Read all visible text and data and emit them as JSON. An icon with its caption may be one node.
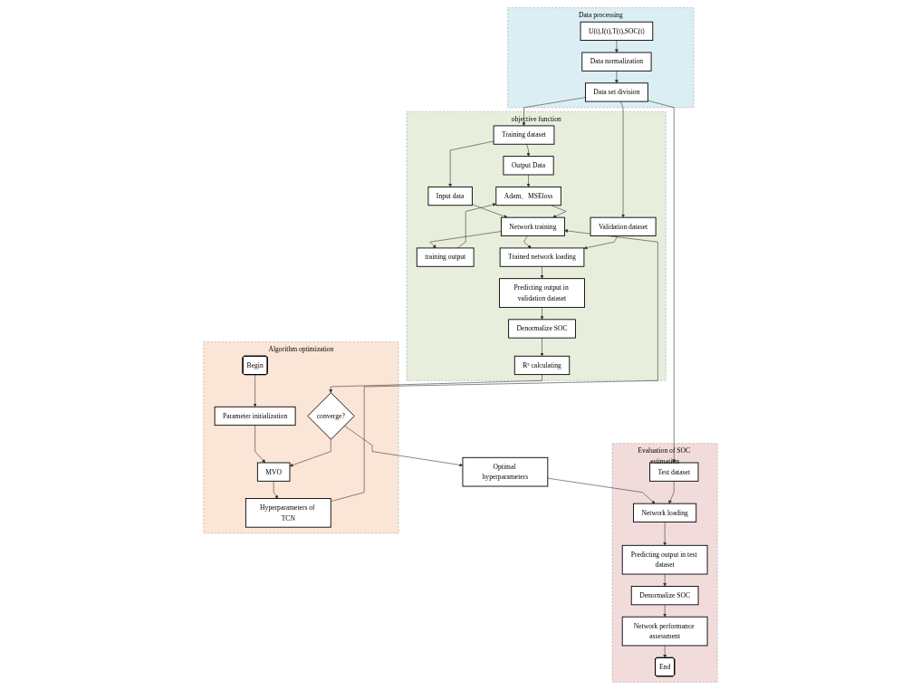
{
  "diagram": {
    "nodes": [
      {
        "text": [
          "Algorithm optimization"
        ]
      },
      {
        "text": [
          "Begin"
        ],
        "in": 0
      },
      {
        "text": [
          "Parameter initialization"
        ],
        "in": 0
      },
      {
        "text": [
          "MVO"
        ],
        "in": 0
      },
      {
        "text": [
          "Hyperparameters of TCN"
        ],
        "in": 0
      },
      {
        "text": [
          "converge?"
        ],
        "in": 0
      },
      {
        "text": [
          "Data processing"
        ]
      },
      {
        "text": [
          "U(t),I(t),T(t),SOC(t)"
        ],
        "in": 6
      },
      {
        "text": [
          "Data normalization"
        ],
        "in": 6
      },
      {
        "text": [
          "Data set division"
        ],
        "in": 6
      },
      {
        "text": [
          "objective function"
        ]
      },
      {
        "text": [
          "Training dataset"
        ],
        "in": 10
      },
      {
        "text": [
          "Output Data"
        ],
        "in": 10
      },
      {
        "text": [
          "Validation dataset"
        ],
        "in": 10
      },
      {
        "text": [
          "Input data"
        ],
        "in": 10
      },
      {
        "text": [
          "Adam、MSEloss"
        ],
        "in": 10
      },
      {
        "text": [
          "Network training"
        ],
        "in": 10
      },
      {
        "text": [
          "training output"
        ],
        "in": 10
      },
      {
        "text": [
          "Trained network loading"
        ],
        "in": 10
      },
      {
        "text": [
          "Predicting output in validation dataset"
        ],
        "in": 10
      },
      {
        "text": [
          "R² calculating"
        ],
        "in": 10
      },
      {
        "text": [
          "Denormalize SOC"
        ],
        "in": 10
      },
      {
        "text": [
          "Evaluation of SOC estimation"
        ]
      },
      {
        "text": [
          "Test dataset"
        ],
        "in": 22
      },
      {
        "text": [
          "Network loading"
        ],
        "in": 22
      },
      {
        "text": [
          "Predicting output in test dataset"
        ],
        "in": 22
      },
      {
        "text": [
          "Denormalize SOC"
        ],
        "in": 22
      },
      {
        "text": [
          "Network performance assessment"
        ],
        "in": 22
      },
      {
        "text": [
          "End"
        ],
        "in": 22
      },
      {
        "text": [
          "Optimal hyperparameters"
        ]
      }
    ],
    "edges": [
      {
        "from": 1,
        "to": 2,
        "arrow": "to"
      },
      {
        "from": 2,
        "to": 3,
        "arrow": "to"
      },
      {
        "from": 3,
        "to": 4,
        "arrow": "to"
      },
      {
        "from": 4,
        "to": 16,
        "arrow": "to"
      },
      {
        "from": 5,
        "to": 3,
        "arrow": "to"
      },
      {
        "from": 5,
        "to": 29,
        "arrow": "to"
      },
      {
        "from": 29,
        "to": 24,
        "arrow": "to"
      },
      {
        "from": 7,
        "to": 8,
        "arrow": "to"
      },
      {
        "from": 8,
        "to": 9,
        "arrow": "to"
      },
      {
        "from": 9,
        "to": 11,
        "arrow": "to"
      },
      {
        "from": 9,
        "to": 13,
        "arrow": "to"
      },
      {
        "from": 9,
        "to": 23,
        "arrow": "to"
      },
      {
        "from": 11,
        "to": 12,
        "arrow": "to"
      },
      {
        "from": 11,
        "to": 14,
        "arrow": "to"
      },
      {
        "from": 12,
        "to": 15,
        "arrow": "to"
      },
      {
        "from": 14,
        "to": 16,
        "arrow": "to"
      },
      {
        "from": 15,
        "to": 16,
        "arrow": "to"
      },
      {
        "from": 16,
        "to": 17,
        "arrow": "to"
      },
      {
        "from": 17,
        "to": 15,
        "arrow": "to"
      },
      {
        "from": 16,
        "to": 18,
        "arrow": "to"
      },
      {
        "from": 13,
        "to": 18,
        "arrow": "to"
      },
      {
        "from": 18,
        "to": 19,
        "arrow": "to"
      },
      {
        "from": 19,
        "to": 21,
        "arrow": "to"
      },
      {
        "from": 21,
        "to": 20,
        "arrow": "to"
      },
      {
        "from": 20,
        "to": 5,
        "arrow": "to"
      },
      {
        "from": 23,
        "to": 24,
        "arrow": "to"
      },
      {
        "from": 24,
        "to": 25,
        "arrow": "to"
      },
      {
        "from": 25,
        "to": 26,
        "arrow": "to"
      },
      {
        "from": 26,
        "to": 27,
        "arrow": "to"
      },
      {
        "from": 27,
        "to": 28,
        "arrow": "to"
      }
    ]
  }
}
